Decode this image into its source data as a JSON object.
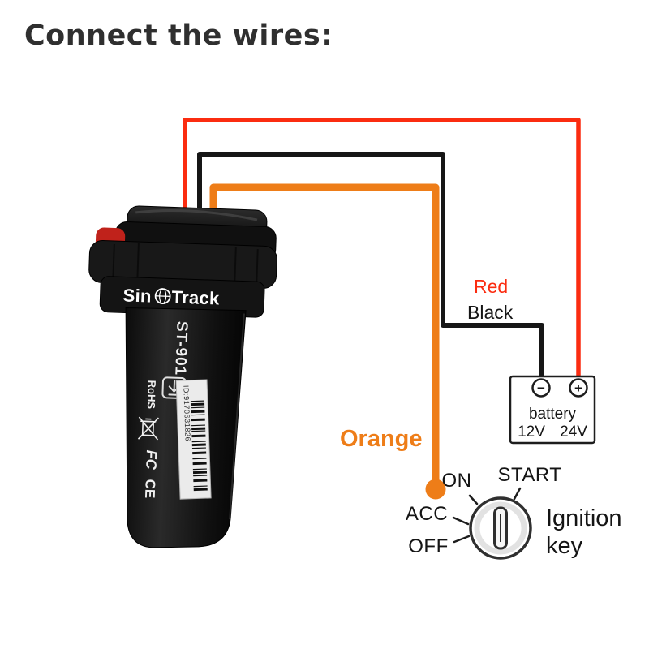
{
  "title": "Connect the wires:",
  "device": {
    "brand_sin": "Sin",
    "brand_track": "Track",
    "model": "ST-901",
    "serial": "ID:9170631826",
    "mark_rohs": "RoHS",
    "mark_fcc": "FC",
    "mark_ce": "CE"
  },
  "wires": {
    "red": {
      "label": "Red",
      "color": "#fb2c10"
    },
    "black": {
      "label": "Black",
      "color": "#161616"
    },
    "orange": {
      "label": "Orange",
      "color": "#ee7d18"
    }
  },
  "battery": {
    "name": "battery",
    "minus": "−",
    "plus": "+",
    "voltage_left": "12V",
    "voltage_right": "24V"
  },
  "ignition": {
    "pos_off": "OFF",
    "pos_acc": "ACC",
    "pos_on": "ON",
    "pos_start": "START",
    "caption_line1": "Ignition",
    "caption_line2": "key"
  }
}
